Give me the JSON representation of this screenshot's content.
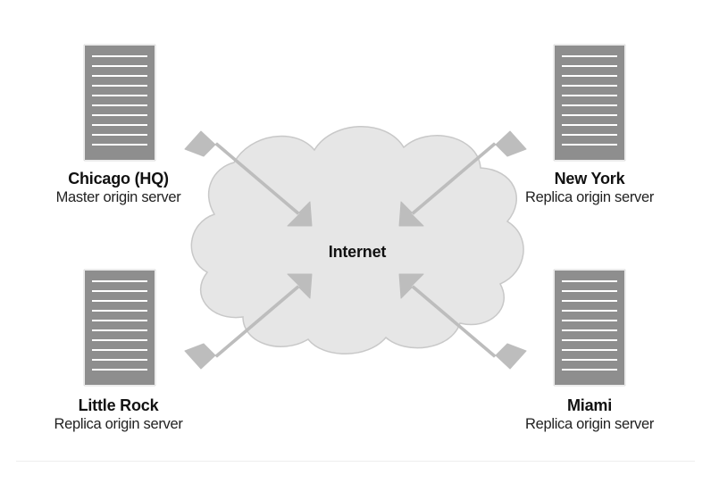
{
  "colors": {
    "server_fill": "#8e8e8e",
    "server_stroke": "#6f6f6f",
    "cloud_fill": "#e6e6e6",
    "cloud_stroke": "#c8c8c8",
    "arrow_fill": "#bdbdbd"
  },
  "cloud": {
    "label": "Internet",
    "icon": "cloud-icon"
  },
  "nodes": [
    {
      "id": "chicago",
      "name": "Chicago (HQ)",
      "role": "Master origin server",
      "icon": "server-icon"
    },
    {
      "id": "new-york",
      "name": "New York",
      "role": "Replica origin server",
      "icon": "server-icon"
    },
    {
      "id": "little-rock",
      "name": "Little Rock",
      "role": "Replica origin server",
      "icon": "server-icon"
    },
    {
      "id": "miami",
      "name": "Miami",
      "role": "Replica origin server",
      "icon": "server-icon"
    }
  ]
}
